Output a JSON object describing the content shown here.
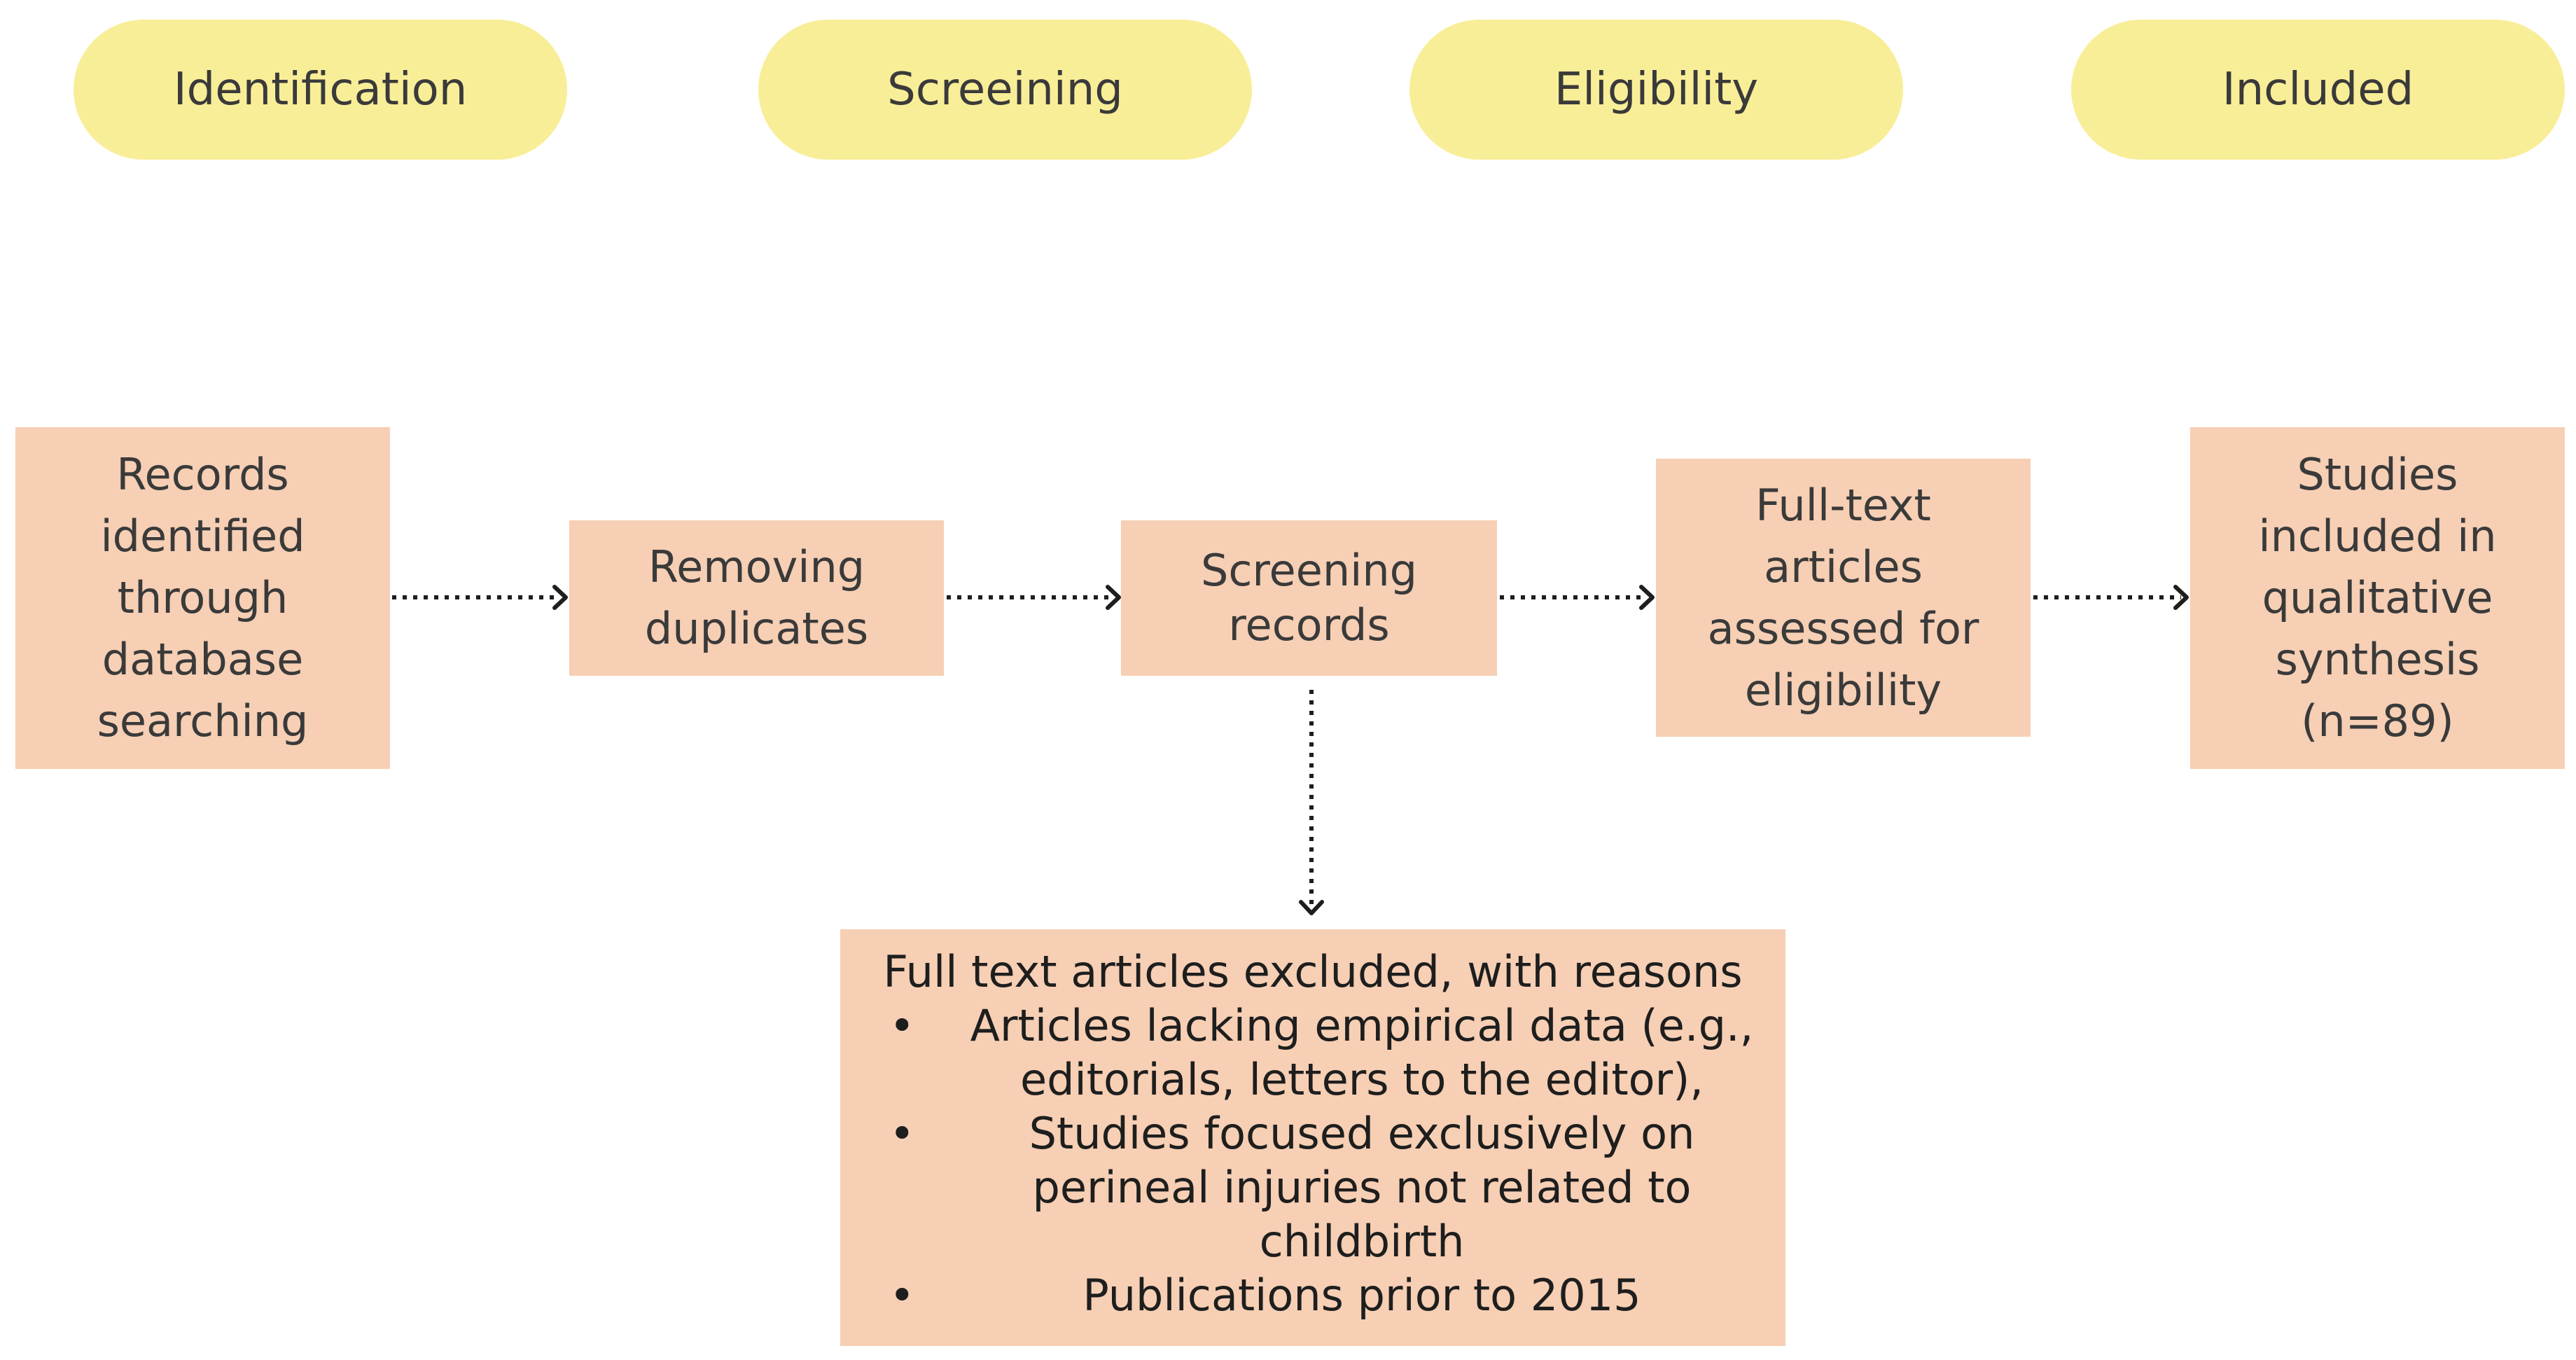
{
  "stages": [
    {
      "label": "Identification"
    },
    {
      "label": "Screeining"
    },
    {
      "label": "Eligibility"
    },
    {
      "label": "Included"
    }
  ],
  "boxes": {
    "records_identified": {
      "lines": [
        "Records",
        "identified",
        "through",
        "database",
        "searching"
      ]
    },
    "removing_duplicates": {
      "lines": [
        "Removing",
        "duplicates"
      ]
    },
    "screening_records": {
      "lines": [
        "Screening",
        "records"
      ]
    },
    "full_text_assessed": {
      "lines": [
        "Full-text",
        "articles",
        "assessed for",
        "eligibility"
      ]
    },
    "studies_included": {
      "lines": [
        "Studies",
        "included in",
        "qualitative",
        "synthesis",
        "(n=89)"
      ]
    }
  },
  "exclusions": {
    "title": "Full text articles excluded, with reasons",
    "bullet": "•",
    "items": [
      {
        "lines": [
          "Articles lacking empirical data (e.g.,",
          "editorials, letters to the editor),"
        ]
      },
      {
        "lines": [
          "Studies focused exclusively on",
          "perineal injuries not related to",
          "childbirth"
        ]
      },
      {
        "lines": [
          "Publications prior to 2015"
        ]
      }
    ]
  },
  "colors": {
    "stage_fill": "#f9ee98",
    "box_fill": "#f6cfb4",
    "text": "#3a3a3a",
    "arrow": "#1e1e1e"
  }
}
